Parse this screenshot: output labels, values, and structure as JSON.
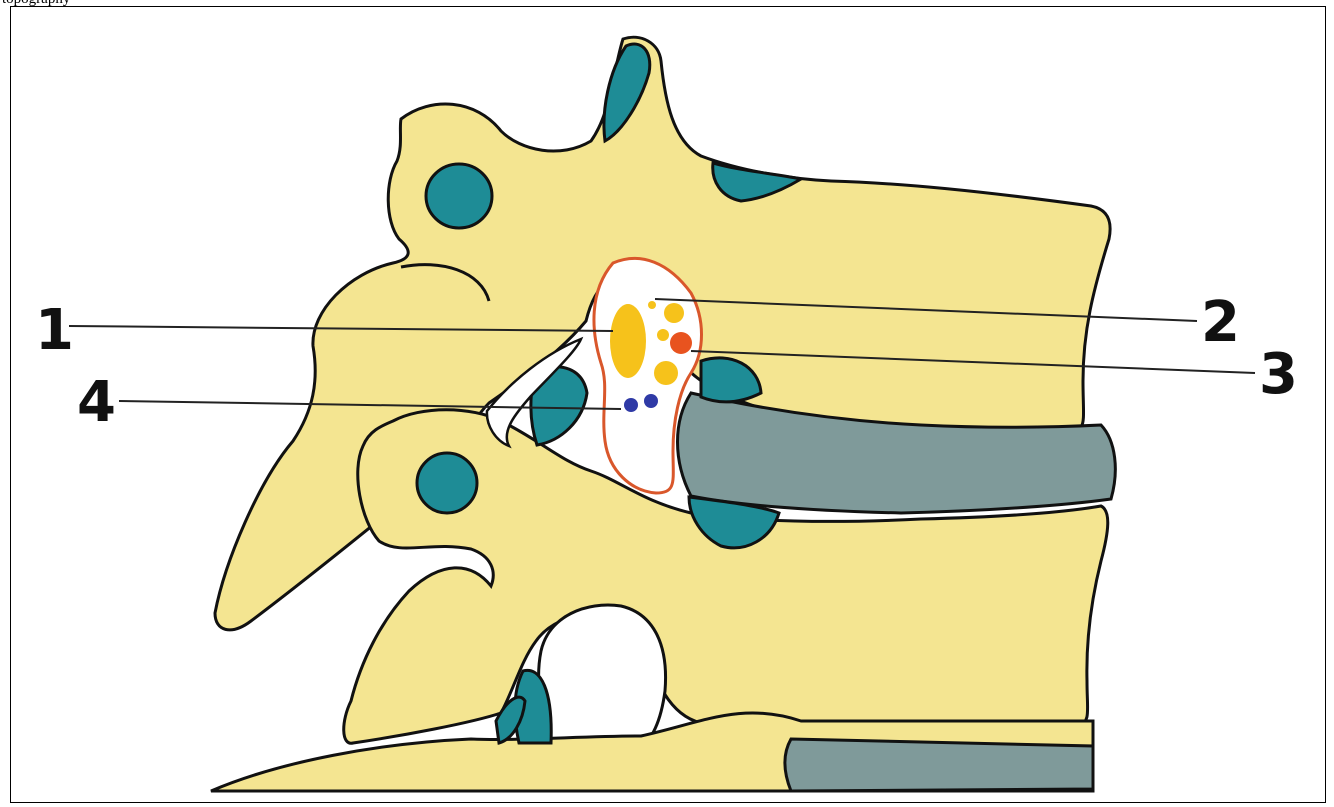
{
  "caption": "topography",
  "labels": {
    "l1": "1",
    "l2": "2",
    "l3": "3",
    "l4": "4"
  },
  "colors": {
    "bone": "#f4e591",
    "cartilage": "#1e8c96",
    "disc": "#7f9a9a",
    "foramen_border": "#d9572b",
    "nerve": "#f6c21b",
    "artery": "#e8531f",
    "vein": "#2f3aa6"
  }
}
